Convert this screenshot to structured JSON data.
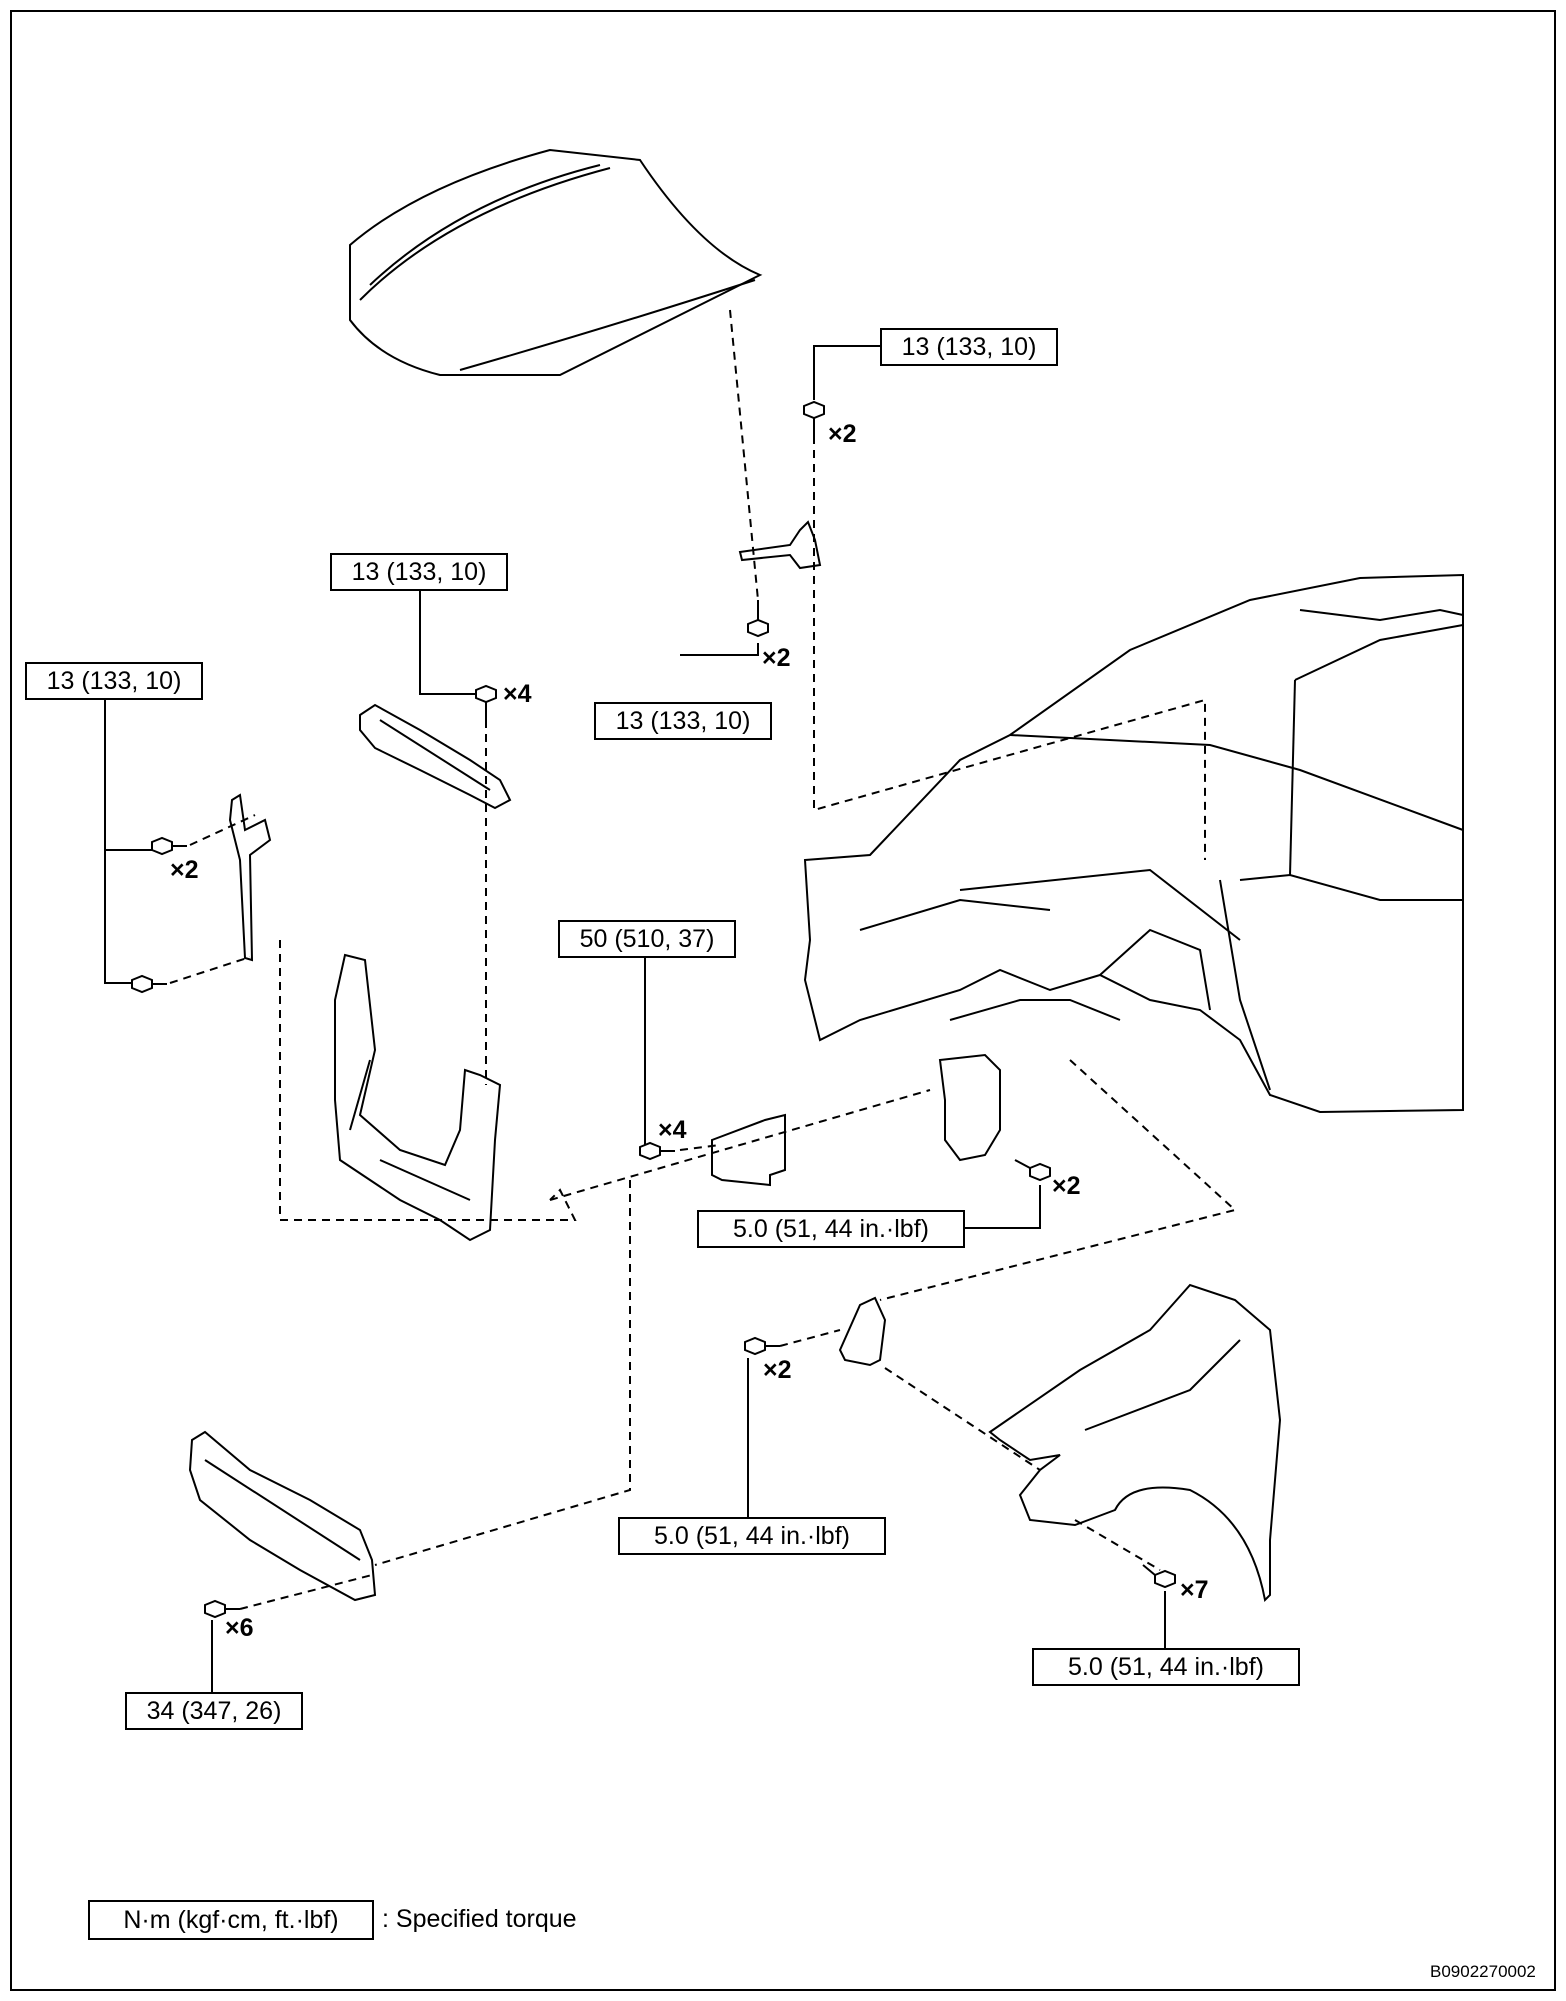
{
  "torque_labels": {
    "hood_hinge_upper": "13 (133, 10)",
    "hood_hinge_lower": "13 (133, 10)",
    "radiator_support_upper": "13 (133, 10)",
    "radiator_side_left": "13 (133, 10)",
    "crash_box": "50 (510, 37)",
    "apron_bracket": "5.0 (51, 44 in.·lbf)",
    "fender_bracket": "5.0 (51, 44 in.·lbf)",
    "fender": "5.0 (51, 44 in.·lbf)",
    "bumper_reinforcement": "34 (347, 26)"
  },
  "quantities": {
    "hood_hinge_upper": "×2",
    "hood_hinge_lower": "×2",
    "radiator_support_upper": "×4",
    "radiator_side_left": "×2",
    "crash_box": "×4",
    "apron_bracket": "×2",
    "fender_bracket": "×2",
    "fender": "×7",
    "bumper_reinforcement": "×6"
  },
  "legend": {
    "unit_box": "N·m (kgf·cm, ft.·lbf)",
    "description": ": Specified torque"
  },
  "figure_code": "B0902270002"
}
